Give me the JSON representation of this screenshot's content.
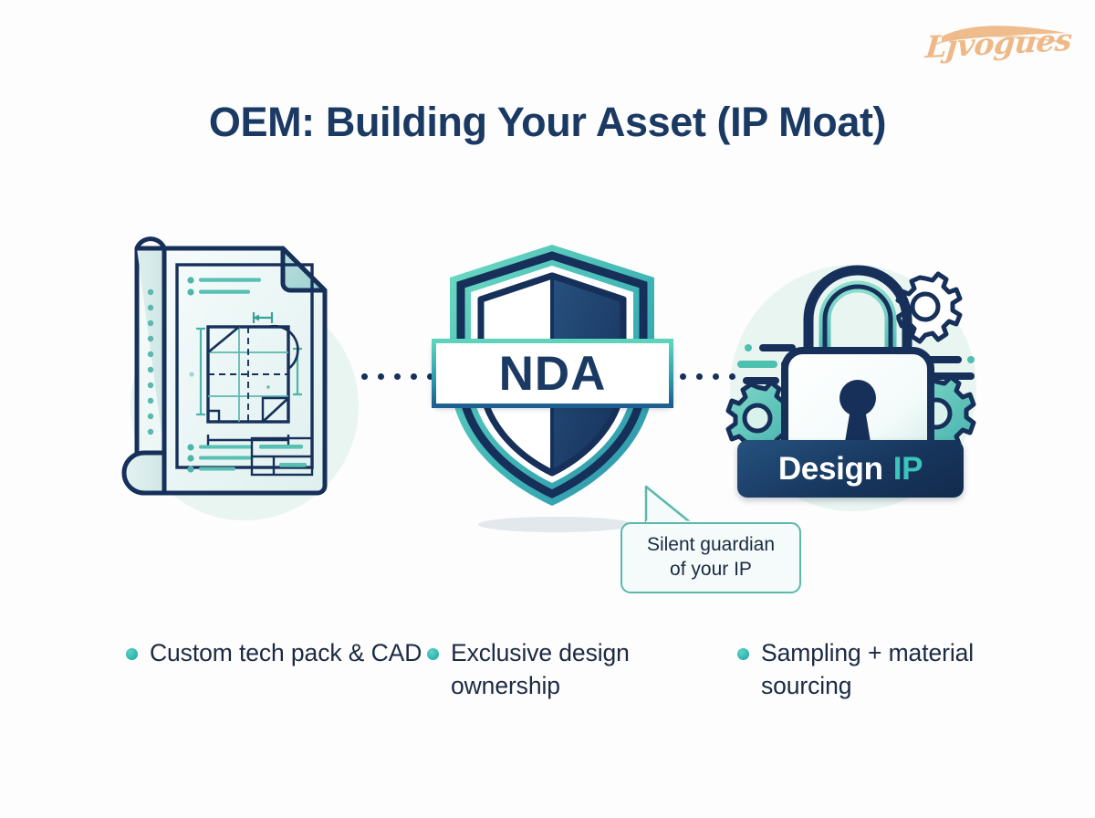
{
  "brand": {
    "logo_text": "Ljvogues",
    "logo_color": "#eeb987"
  },
  "header": {
    "title": "OEM: Building Your Asset (IP Moat)",
    "title_color": "#1b3a63"
  },
  "stage": {
    "blueprint": {
      "icon_name": "blueprint-tech-pack-icon",
      "alt": "rolled technical drawing sheet with floor plan and dimension lines"
    },
    "connector_left": {
      "icon_name": "dotted-connector",
      "dots": 6
    },
    "shield": {
      "icon_name": "nda-shield-icon",
      "banner_label": "NDA"
    },
    "connector_right": {
      "icon_name": "dotted-connector",
      "dots": 4
    },
    "lock": {
      "icon_name": "padlock-design-ip-icon",
      "banner_label_primary": "Design",
      "banner_label_accent": "IP"
    }
  },
  "callout": {
    "line1": "Silent guardian",
    "line2": "of your IP",
    "border_color": "#5bb8ab"
  },
  "bullets": [
    {
      "label": "Custom tech pack & CAD"
    },
    {
      "label": "Exclusive design ownership"
    },
    {
      "label": "Sampling + material sourcing"
    }
  ],
  "palette": {
    "navy": "#1b3a63",
    "deep_navy": "#16305a",
    "teal": "#3cc4bd",
    "mint": "#5ed4bb",
    "halo": "#e9f5f1",
    "background": "#fdfdfe"
  }
}
